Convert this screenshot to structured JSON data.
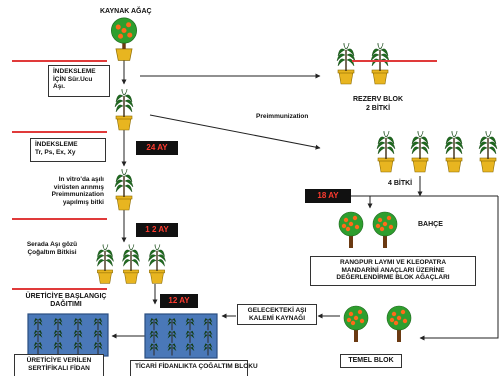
{
  "source_tree": {
    "label": "KAYNAK AĞAÇ"
  },
  "indexing_step": {
    "lines": [
      "İNDEKSLEME",
      "İÇİN Sür.Ucu",
      "Aşı."
    ]
  },
  "tests_step": {
    "lines": [
      "İNDEKSLEME",
      "Tr, Ps, Ex, Xy"
    ]
  },
  "tag_24": {
    "text": "24 AY"
  },
  "invitro_step": {
    "lines": [
      "In vitro'da aşılı",
      "virüsten arınmış",
      "Preimmunization",
      "yapılmış   bitki"
    ]
  },
  "tag_12a": {
    "text": "1 2 AY"
  },
  "greenhouse_step": {
    "lines": [
      "Serada  Aşı gözü",
      "Çoğaltım Bitkisi"
    ]
  },
  "tag_12b": {
    "text": "12 AY"
  },
  "producer_step": {
    "lines": [
      "ÜRETİCİYE BAŞLANGIÇ",
      "DAĞITIMI"
    ]
  },
  "certified_box": {
    "lines": [
      "ÜRETİCİYE VERİLEN",
      "SERTİFİKALI  FİDAN"
    ]
  },
  "commercial_box": {
    "lines": [
      "TİCARİ FİDANLIKTA ÇOĞALTIM  BLOKU"
    ]
  },
  "reserve_block": {
    "lines": [
      "REZERV BLOK",
      "2 BİTKİ"
    ]
  },
  "preimmunization": {
    "label": "Preimmunization"
  },
  "four_plants": {
    "label": "4 BİTKİ"
  },
  "tag_18": {
    "text": "18 AY"
  },
  "garden": {
    "label": "BAHÇE"
  },
  "rootstock_box": {
    "lines": [
      "RANGPUR LAYMI VE KLEOPATRA",
      "MANDARİNİ ANAÇLARI ÜZERİNE",
      "DEĞERLENDİRME BLOK AĞAÇLARI"
    ]
  },
  "future_source_box": {
    "lines": [
      "GELECEKTEKİ AŞI",
      "KALEMİ KAYNAĞI"
    ]
  },
  "base_block": {
    "label": "TEMEL BLOK"
  },
  "colors": {
    "tag_bg": "#111111",
    "tag_text": "#ff3b2f",
    "rule": "#e03a3a",
    "pot": "#e8b520",
    "fruit_tree": "#2e9e2e",
    "fruit": "#ff6a1a",
    "block_bg": "#4a78b8",
    "block_border": "#2a4d80"
  }
}
